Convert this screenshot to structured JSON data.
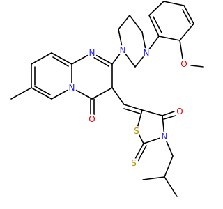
{
  "molecule": {
    "atoms": {
      "n_pyr_ring": {
        "text": "N",
        "color": "#1a1aff"
      },
      "n_pyr_bridge": {
        "text": "N",
        "color": "#1a1aff"
      },
      "o_carbonyl_pyr": {
        "text": "O",
        "color": "#e60000"
      },
      "n_pip_a": {
        "text": "N",
        "color": "#1a1aff"
      },
      "n_pip_b": {
        "text": "N",
        "color": "#1a1aff"
      },
      "o_methoxy": {
        "text": "O",
        "color": "#e60000"
      },
      "s_ring": {
        "text": "S",
        "color": "#b38f00"
      },
      "s_thione": {
        "text": "S",
        "color": "#b38f00"
      },
      "n_thiazol": {
        "text": "N",
        "color": "#1a1aff"
      },
      "o_carbonyl_thz": {
        "text": "O",
        "color": "#e60000"
      }
    },
    "colors": {
      "bond": "#000000",
      "nitrogen": "#1a1aff",
      "oxygen": "#e60000",
      "sulfur": "#b38f00"
    }
  }
}
